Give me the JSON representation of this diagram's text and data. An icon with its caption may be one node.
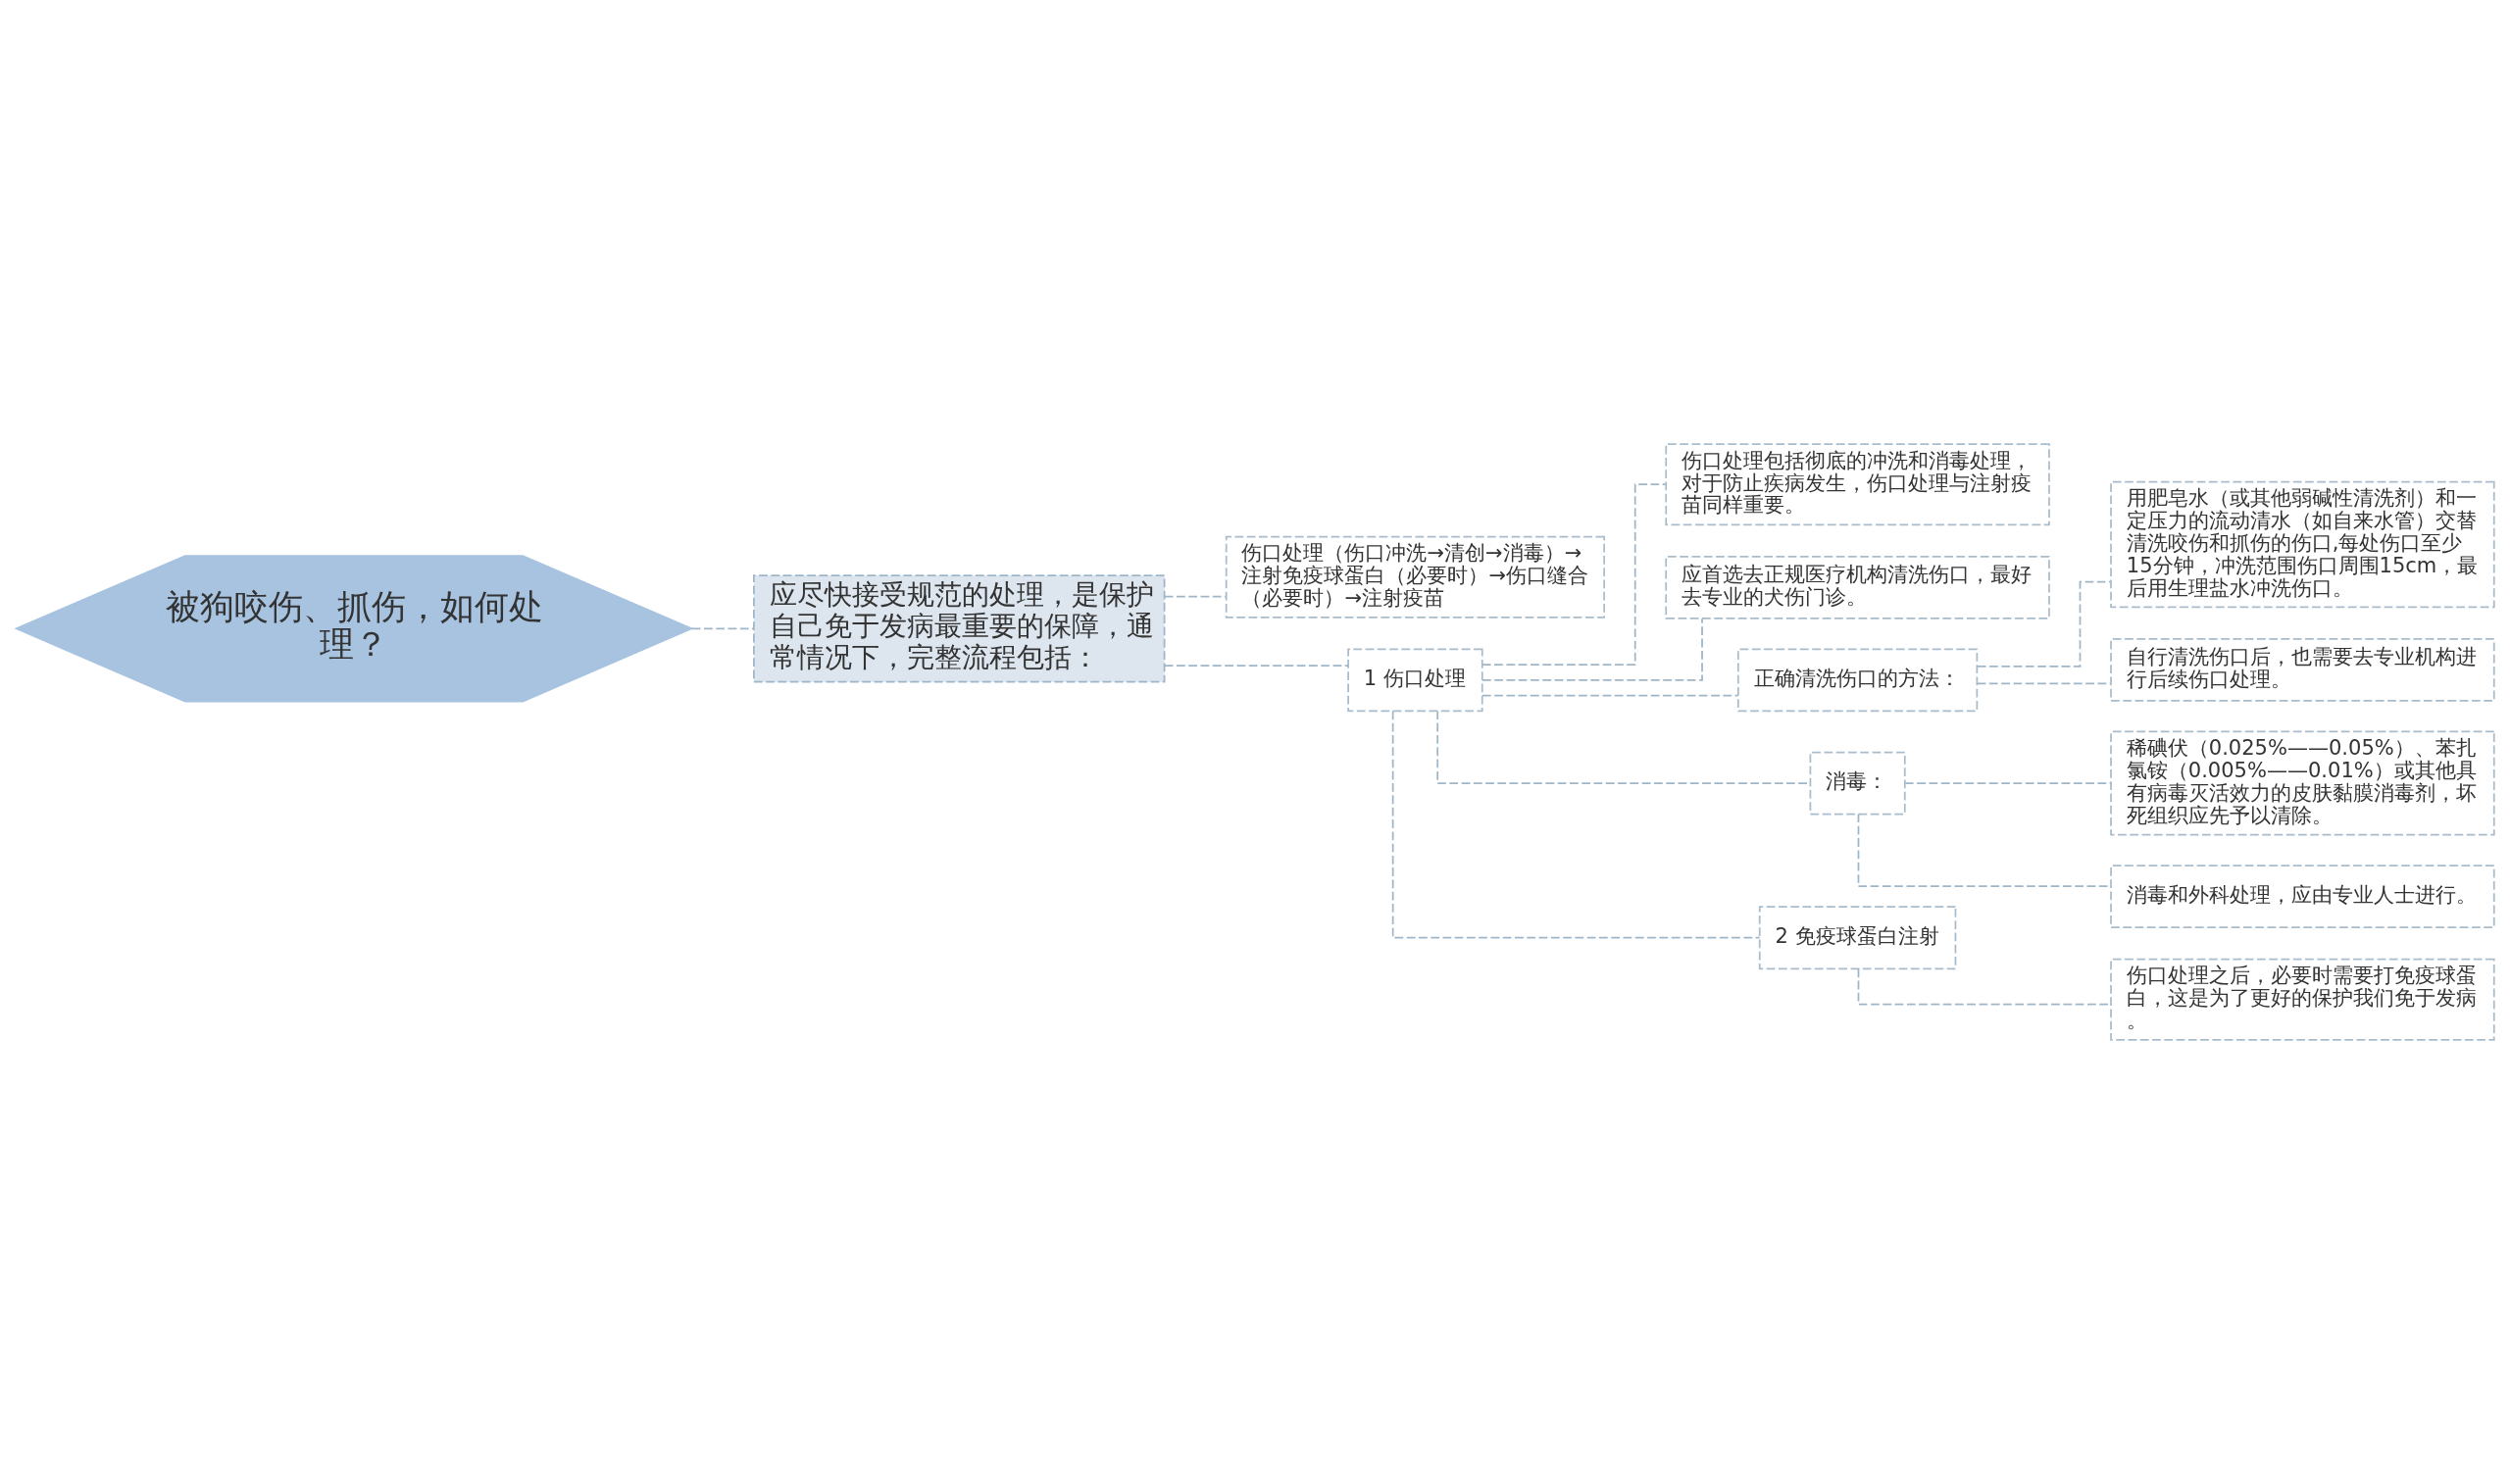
{
  "diagram": {
    "nodes": [
      {
        "text": [
          "被狗咬伤、抓伤，如何处理？"
        ]
      },
      {
        "text": [
          "应尽快接受规范的处理，是保护自己免于发病最重要的保障，通常情况下，完整流程包括："
        ]
      },
      {
        "text": [
          "伤口处理（伤口冲洗→清创→消毒）→注射免疫球蛋白（必要时）→伤口缝合（必要时）→注射疫苗"
        ]
      },
      {
        "text": [
          "1 伤口处理"
        ]
      },
      {
        "text": [
          "伤口处理包括彻底的冲洗和消毒处理，对于防止疾病发生，伤口处理与注射疫苗同样重要。"
        ]
      },
      {
        "text": [
          "应首选去正规医疗机构清洗伤口，最好去专业的犬伤门诊。"
        ]
      },
      {
        "text": [
          "正确清洗伤口的方法："
        ]
      },
      {
        "text": [
          "用肥皂水（或其他弱碱性清洗剂）和一定压力的流动清水（如自来水管）交替清洗咬伤和抓伤的伤口,每处伤口至少15分钟，冲洗范围伤口周围15cm，最后用生理盐水冲洗伤口。"
        ]
      },
      {
        "text": [
          "自行清洗伤口后，也需要去专业机构进行后续伤口处理。"
        ]
      },
      {
        "text": [
          "消毒："
        ]
      },
      {
        "text": [
          "稀碘伏（0.025%——0.05%）、苯扎氯铵（0.005%——0.01%）或其他具有病毒灭活效力的皮肤黏膜消毒剂，坏死组织应先予以清除。"
        ]
      },
      {
        "text": [
          "消毒和外科处理，应由专业人士进行。"
        ]
      },
      {
        "text": [
          "2 免疫球蛋白注射"
        ]
      },
      {
        "text": [
          "伤口处理之后，必要时需要打免疫球蛋白，这是为了更好的保护我们免于发病。"
        ]
      }
    ],
    "edges": [
      {
        "from": 0,
        "to": 1,
        "arrow": "none",
        "style": "dashed"
      },
      {
        "from": 1,
        "to": 2,
        "arrow": "none",
        "style": "dashed"
      },
      {
        "from": 1,
        "to": 3,
        "arrow": "none",
        "style": "dashed"
      },
      {
        "from": 3,
        "to": 4,
        "arrow": "none",
        "style": "dashed"
      },
      {
        "from": 3,
        "to": 5,
        "arrow": "none",
        "style": "dashed"
      },
      {
        "from": 3,
        "to": 6,
        "arrow": "none",
        "style": "dashed"
      },
      {
        "from": 6,
        "to": 7,
        "arrow": "none",
        "style": "dashed"
      },
      {
        "from": 6,
        "to": 8,
        "arrow": "none",
        "style": "dashed"
      },
      {
        "from": 3,
        "to": 9,
        "arrow": "none",
        "style": "dashed"
      },
      {
        "from": 9,
        "to": 10,
        "arrow": "none",
        "style": "dashed"
      },
      {
        "from": 9,
        "to": 11,
        "arrow": "none",
        "style": "dashed"
      },
      {
        "from": 3,
        "to": 12,
        "arrow": "none",
        "style": "dashed"
      },
      {
        "from": 12,
        "to": 13,
        "arrow": "none",
        "style": "dashed"
      }
    ]
  }
}
